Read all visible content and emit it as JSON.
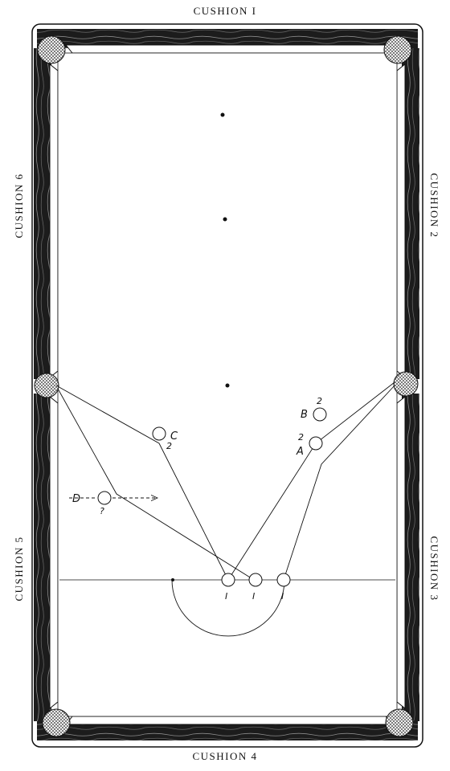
{
  "cushions": {
    "top": "CUSHION I",
    "right_upper": "CUSHION 2",
    "right_lower": "CUSHION 3",
    "bottom": "CUSHION 4",
    "left_lower": "CUSHION 5",
    "left_upper": "CUSHION 6"
  },
  "balls": {
    "a": {
      "letter": "A",
      "number": "2"
    },
    "b": {
      "letter": "B",
      "number": "2"
    },
    "c": {
      "letter": "C",
      "number": "2"
    },
    "d": {
      "letter": "D",
      "number": "?"
    },
    "cue1": {
      "number": "I"
    },
    "cue2": {
      "number": "I"
    },
    "cue3": {
      "number": "I"
    }
  },
  "colors": {
    "ink": "#111111",
    "rail": "#1c1c1c",
    "cloth": "#ffffff"
  }
}
